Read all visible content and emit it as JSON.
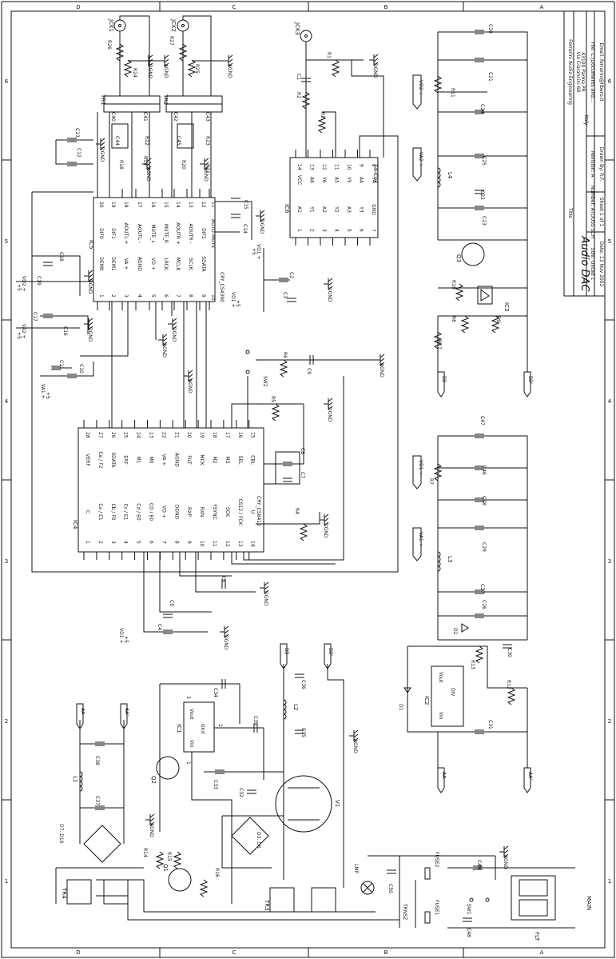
{
  "frame": {
    "zones_top": [
      "D",
      "C",
      "B",
      "A"
    ],
    "zones_bottom": [
      "D",
      "C",
      "B",
      "A"
    ],
    "zones_side": [
      "6",
      "5",
      "4",
      "3",
      "2",
      "1"
    ]
  },
  "title_block": {
    "title_label": "Title",
    "title": "Audio DAC",
    "company": "Ferrarini Audio Engineering",
    "address1": "Via Ciarancini 68",
    "address2": "43100 Parma PR",
    "country": "Italy",
    "email": "Email: ferrarini@libero.it",
    "size": "Size: Oxcad 1",
    "number": "Number: ATDUSS SCH",
    "revision": "Revision: A",
    "date": "Date: 13 Nov 2002",
    "sheet": "Sheet 1 of 1",
    "filename": "File: C:\\Documents and...",
    "drawn": "Drawn By: R.F."
  },
  "chips": {
    "ic5": {
      "ref": "IC5",
      "part": "CRY_CS4390",
      "left_pins": [
        "DEM0",
        "DEM1",
        "VA +",
        "AGND",
        "VD +",
        "LRCK",
        "MCLK",
        "SCLK",
        "SDATA"
      ],
      "left_nums": [
        "1",
        "2",
        "3",
        "4",
        "5",
        "6",
        "7",
        "8",
        "9",
        "10"
      ],
      "right_pins": [
        "DIF0",
        "DIF1",
        "AOUTL +",
        "AOUTL -",
        "MUTE_L",
        "MUTE_R",
        "AOUTR +",
        "AOUTR -",
        "DIF2",
        "AUTO-MUTE"
      ],
      "right_nums": [
        "20",
        "19",
        "18",
        "17",
        "16",
        "15",
        "14",
        "13",
        "12",
        "11"
      ]
    },
    "ic4": {
      "ref": "IC4",
      "part": "CRY_CS8412",
      "left_pins": [
        "C",
        "Ca / E1",
        "Cb / F0",
        "Cc / E1",
        "Cd / E0",
        "CD / E0",
        "VD +",
        "DGND",
        "RXP",
        "RXN",
        "FSYNC",
        "SCK",
        "CS12 / FCK",
        "U"
      ],
      "left_nums": [
        "1",
        "2",
        "3",
        "4",
        "5",
        "6",
        "7",
        "8",
        "9",
        "10",
        "11",
        "12",
        "13",
        "14"
      ],
      "right_pins": [
        "VERF",
        "Ce / F2",
        "SDATA",
        "ERF",
        "M1",
        "M0",
        "VA +",
        "AGND",
        "FILT",
        "MCK",
        "M2",
        "M3",
        "SEL",
        "CBL"
      ],
      "right_nums": [
        "28",
        "27",
        "26",
        "25",
        "24",
        "23",
        "22",
        "21",
        "20",
        "19",
        "18",
        "17",
        "16",
        "15"
      ]
    },
    "ic6": {
      "ref": "IC6",
      "part": "74HC04",
      "left_pins": [
        "VCC",
        "A6",
        "Y6",
        "A5",
        "Y5",
        "A4",
        "Y4"
      ],
      "left_nums": [
        "14",
        "13",
        "12",
        "11",
        "10",
        "9",
        "8"
      ],
      "right_pins": [
        "A1",
        "Y1",
        "A2",
        "Y2",
        "A3",
        "Y3",
        "GND"
      ],
      "right_nums": [
        "1",
        "2",
        "3",
        "4",
        "5",
        "6",
        "7"
      ]
    },
    "ic1": {
      "ref": "IC1",
      "vin": "Vin",
      "vout": "Vout",
      "gnd": "Gnd",
      "pins": [
        "1",
        "2",
        "3"
      ]
    },
    "ic2": {
      "ref": "IC2",
      "vin": "Vin",
      "vout": "Vout",
      "part": "DIV"
    },
    "ic3": {
      "ref": "IC3"
    }
  },
  "connectors": {
    "jck1": "JCK1",
    "jck2": "JCK2",
    "jck3": "JCK3"
  },
  "labels": {
    "agnd": "AGND",
    "dgnd": "DGND",
    "vd1": "VD1 +",
    "vd2": "VD2 +",
    "va1": "VA1 +",
    "va2": "VA2 +",
    "plus5": "+5",
    "bb": "BB",
    "bbp": "BB'",
    "aa": "AA",
    "aap": "AA'",
    "tr1": "TR1",
    "tr2": "TR2",
    "tr3": "TR3",
    "tr4": "TR4",
    "v1": "V1",
    "lmp": "LMP",
    "trnsz": "TRNSZ",
    "flt": "FLT",
    "mains": "MAIN",
    "fuse1": "FUSE1",
    "fuse2": "FUSE2",
    "sw1": "SW1",
    "sw2": "SW2",
    "d7d10": "D7..D10",
    "d3d6": "D3..D6",
    "d1": "D1",
    "d2": "D2",
    "q1": "Q1",
    "q2": "Q2",
    "q3": "Q3",
    "l1": "L1",
    "l2": "L2",
    "l3": "L3",
    "l4": "L4"
  },
  "parts": {
    "c1": "C1",
    "c2": "C2",
    "c3": "C3",
    "c4": "C4",
    "c5": "C5",
    "c6": "C6",
    "c7": "C7",
    "c8": "C8",
    "c9": "C9",
    "c10": "C10",
    "c11": "C11",
    "c12": "C12",
    "c13": "C13",
    "c14": "C14",
    "c15": "C15",
    "c16": "C16",
    "c17": "C17",
    "c18": "C18",
    "c19": "C19",
    "c20": "C20",
    "c21": "C21",
    "c22": "C22",
    "c23": "C23",
    "c24": "C24",
    "c25": "C25",
    "c26": "C26",
    "c27": "C27",
    "c28": "C28",
    "c29": "C29",
    "c30": "C30",
    "c31": "C31",
    "c32": "C32",
    "c33": "C33",
    "c34": "C34",
    "c35": "C35",
    "c36": "C36",
    "c37": "C37",
    "c38": "C38",
    "c39": "C39",
    "c40": "C40",
    "c41": "C41",
    "c42": "C42",
    "c43": "C43",
    "c44": "C44",
    "c45": "C45",
    "c46": "C46",
    "c47": "C47",
    "c48": "C48",
    "c49": "C49",
    "c50": "C50",
    "r1": "R1",
    "r2": "R2",
    "r3": "R3",
    "r4": "R4",
    "r5": "R5",
    "r6": "R6",
    "r7": "R7",
    "r8": "R8",
    "r9": "R9",
    "r10": "R10",
    "r11": "R11",
    "r12": "R12",
    "r13": "R13",
    "r14": "R14",
    "r15": "R15",
    "r16": "R16",
    "r17": "R17",
    "r18": "R18",
    "r19": "R19",
    "r20": "R20",
    "r21": "R21",
    "r22": "R22",
    "r23": "R23",
    "r24": "R24",
    "r25": "R25",
    "r26": "R26",
    "r27": "R27"
  }
}
